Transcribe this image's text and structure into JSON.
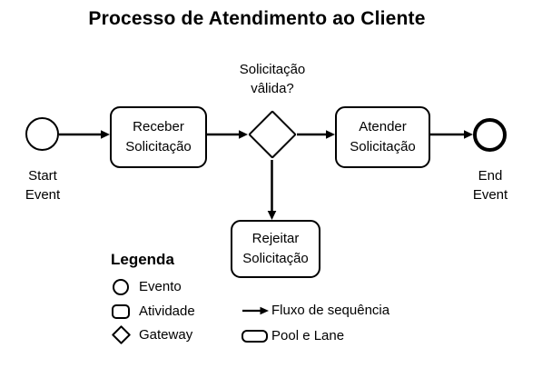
{
  "title": "Processo de Atendimento ao Cliente",
  "process": {
    "start_event": {
      "line1": "Start",
      "line2": "Event"
    },
    "receber_task": {
      "line1": "Receber",
      "line2": "Solicitação"
    },
    "gateway_label": {
      "line1": "Solicitação",
      "line2": "vâlida?"
    },
    "atender_task": {
      "line1": "Atender",
      "line2": "Solicitação"
    },
    "rejeitar_task": {
      "line1": "Rejeitar",
      "line2": "Solicitação"
    },
    "end_event": {
      "line1": "End",
      "line2": "Event"
    }
  },
  "legend": {
    "title": "Legenda",
    "items": [
      {
        "icon": "circle-icon",
        "label": "Evento"
      },
      {
        "icon": "rounded-rect-icon",
        "label": "Atividade"
      },
      {
        "icon": "diamond-icon",
        "label": "Gateway"
      },
      {
        "icon": "sequence-arrow-icon",
        "label": "Fluxo de sequência"
      },
      {
        "icon": "pool-lane-icon",
        "label": "Pool e Lane"
      }
    ]
  },
  "colors": {
    "stroke": "#000000",
    "background": "#ffffff"
  }
}
